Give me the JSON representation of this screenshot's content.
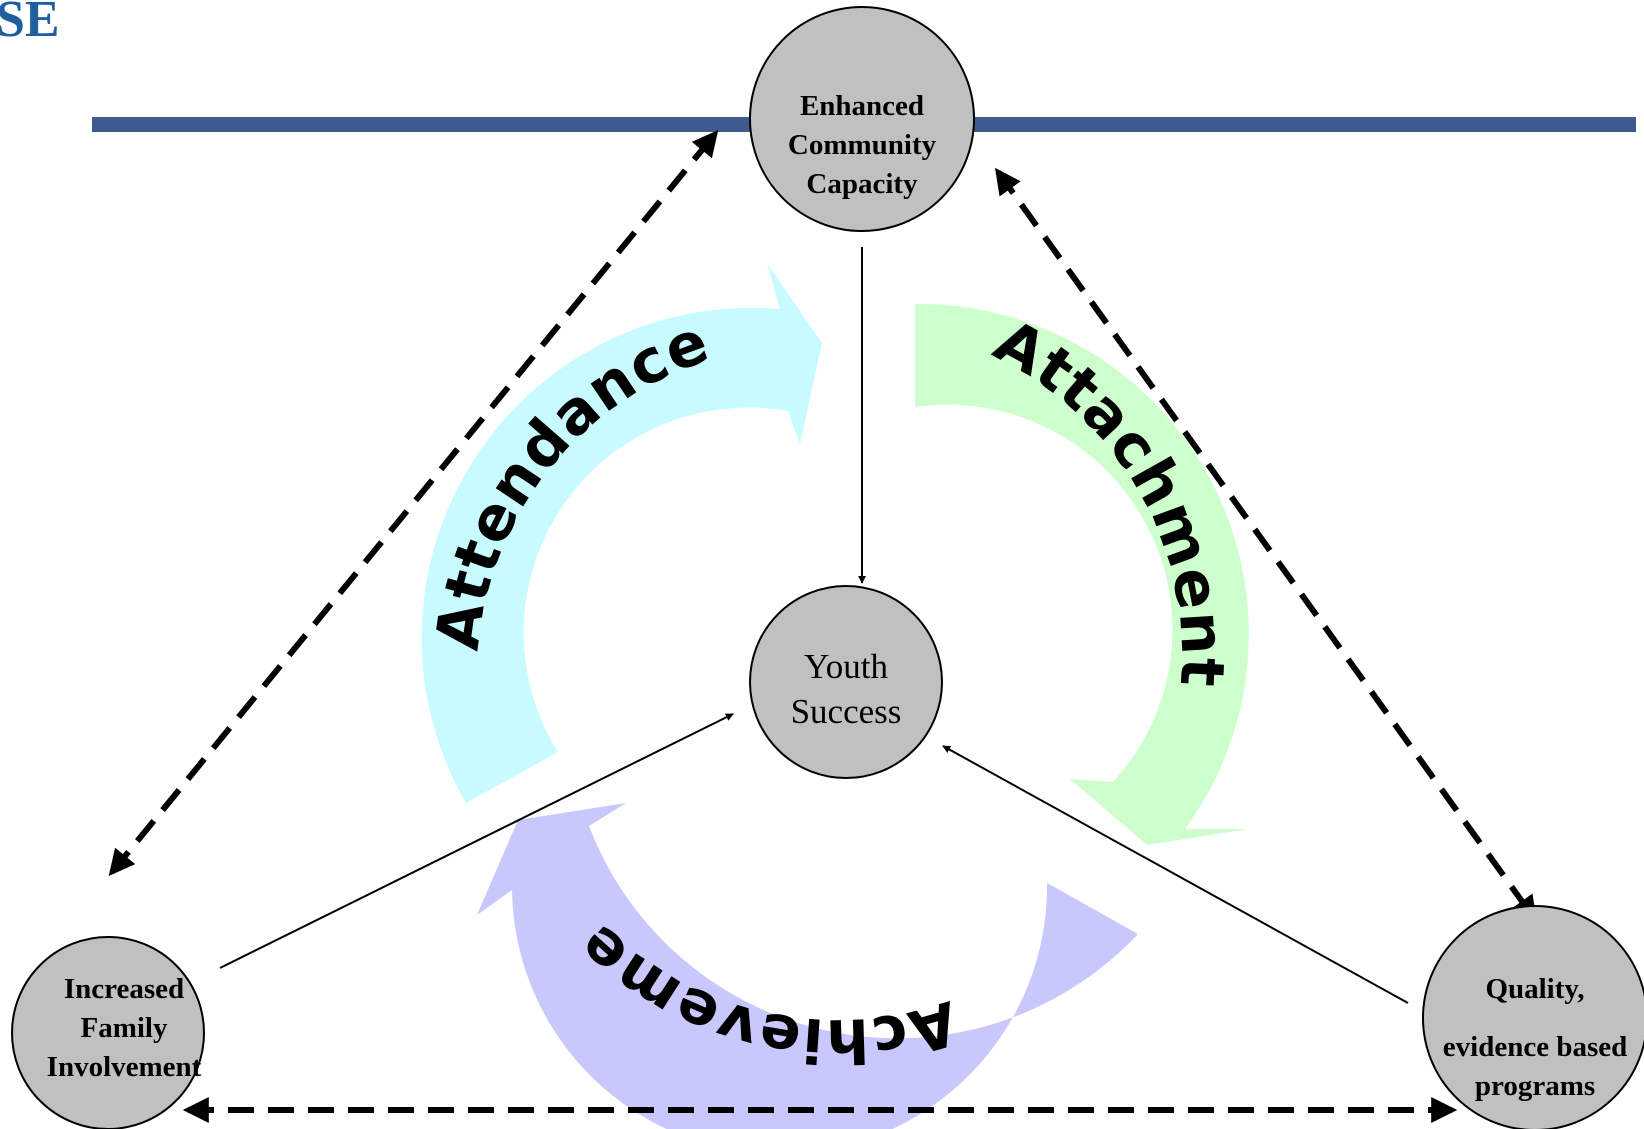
{
  "logo": {
    "text": "SE"
  },
  "colors": {
    "header_bar": "#3f5a8f",
    "node_fill": "#c0c0c0",
    "attendance_arrow": "#c8fbff",
    "attachment_arrow": "#ccffcc",
    "achievement_arrow": "#c8c8fc",
    "logo": "#1f5fa0"
  },
  "nodes": {
    "top": {
      "lines": [
        "Enhanced",
        "Community",
        "Capacity"
      ]
    },
    "center": {
      "lines": [
        "Youth",
        "Success"
      ]
    },
    "left": {
      "lines": [
        "Increased",
        "Family",
        "Involvement"
      ]
    },
    "right": {
      "lines": [
        "Quality,",
        "evidence based",
        "programs"
      ]
    }
  },
  "cycle": {
    "attendance": "Attendance",
    "attachment": "Attachment",
    "achievement": "Achievement"
  }
}
